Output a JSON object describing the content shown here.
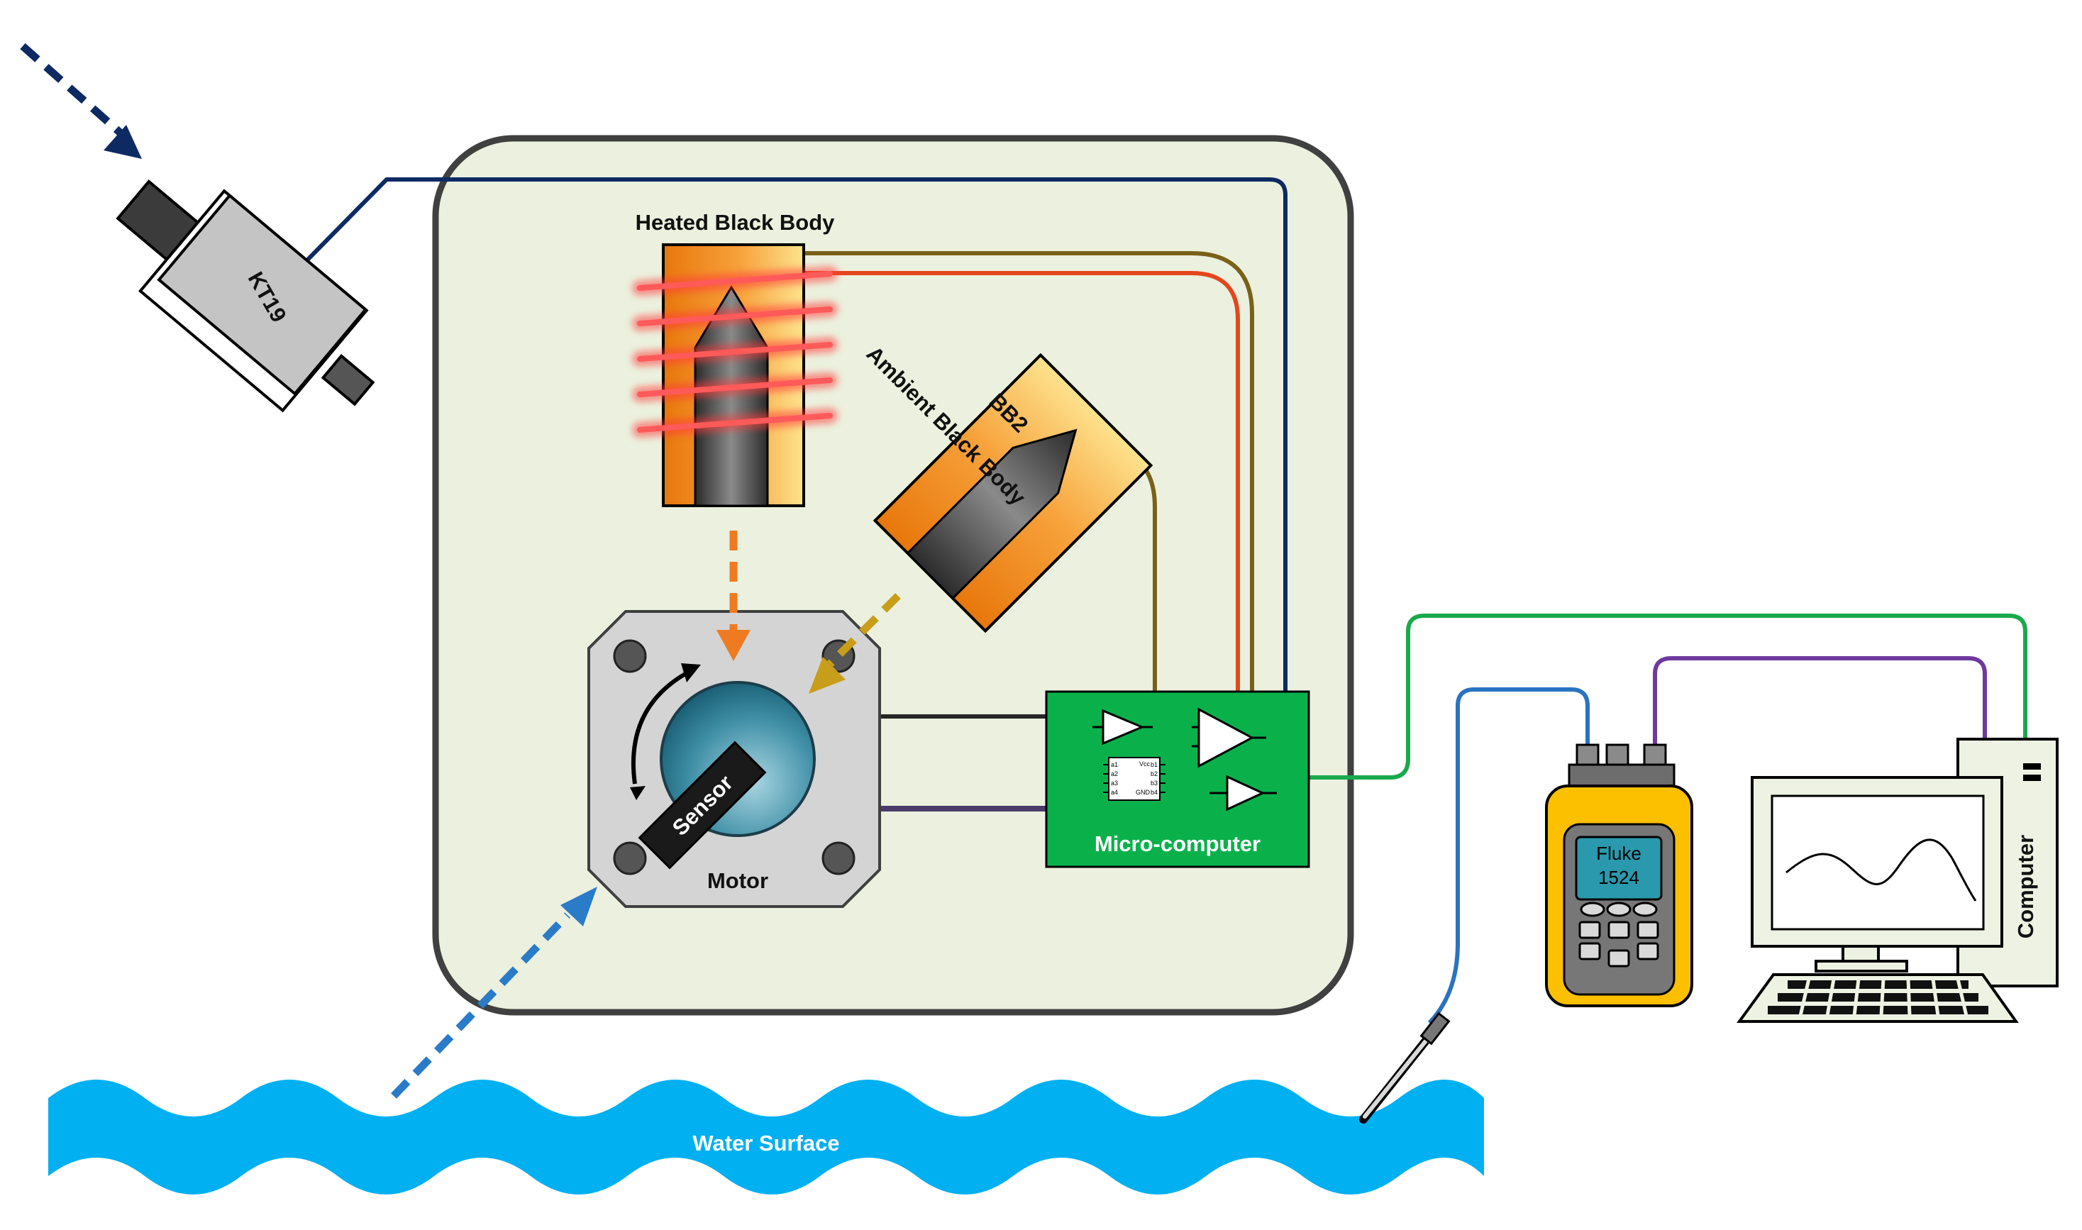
{
  "labels": {
    "heated_black_body": "Heated Black Body",
    "ambient_black_body": "Ambient Black Body",
    "bb2": "BB2",
    "kt19": "KT19",
    "sensor": "Sensor",
    "motor": "Motor",
    "micro_computer": "Micro-computer",
    "fluke_line1": "Fluke",
    "fluke_line2": "1524",
    "computer": "Computer",
    "water_surface": "Water Surface"
  },
  "chip_pins": [
    "Vcc",
    "GND",
    "a1",
    "a2",
    "a3",
    "a4",
    "b1",
    "b2",
    "b3",
    "b4"
  ],
  "colors": {
    "enclosure_fill": "#ebf1de",
    "enclosure_stroke": "#404040",
    "kt19_line": "#0d2a63",
    "heater_line": "#e4471d",
    "bb_line": "#7a6119",
    "pc_line": "#19a94c",
    "probe_line": "#2a73c0",
    "fluke_line": "#6e3a9e",
    "microcomputer": "#0ab14b",
    "water": "#00b0f0",
    "fluke_body": "#fcc000",
    "arrow_sky": "#0d2a63",
    "arrow_heated": "#ee7b22",
    "arrow_ambient": "#c89d19",
    "arrow_water": "#2a7bc8"
  },
  "icons": [
    "dashed-arrow-icon",
    "rotation-arrow-icon",
    "heater-coil-icon",
    "amplifier-icon",
    "chip-icon",
    "keyboard-icon",
    "thermometer-probe-icon"
  ]
}
